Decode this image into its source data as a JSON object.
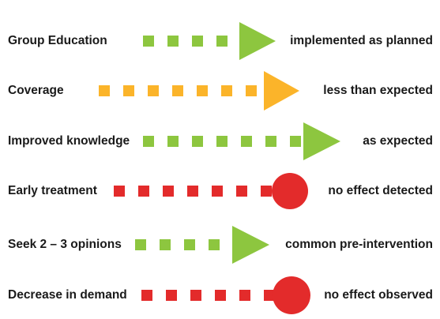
{
  "colors": {
    "green": "#8dc63f",
    "orange": "#fbb42a",
    "red": "#e32b2b"
  },
  "rows": [
    {
      "label": "Group Education",
      "outcome": "implemented as planned",
      "color": "green",
      "end": "arrow"
    },
    {
      "label": "Coverage",
      "outcome": "less than expected",
      "color": "orange",
      "end": "arrow"
    },
    {
      "label": "Improved knowledge",
      "outcome": "as expected",
      "color": "green",
      "end": "arrow"
    },
    {
      "label": "Early treatment",
      "outcome": "no effect detected",
      "color": "red",
      "end": "circle"
    },
    {
      "label": "Seek 2 – 3 opinions",
      "outcome": "common pre-intervention",
      "color": "green",
      "end": "arrow"
    },
    {
      "label": "Decrease in demand",
      "outcome": "no effect observed",
      "color": "red",
      "end": "circle"
    }
  ]
}
